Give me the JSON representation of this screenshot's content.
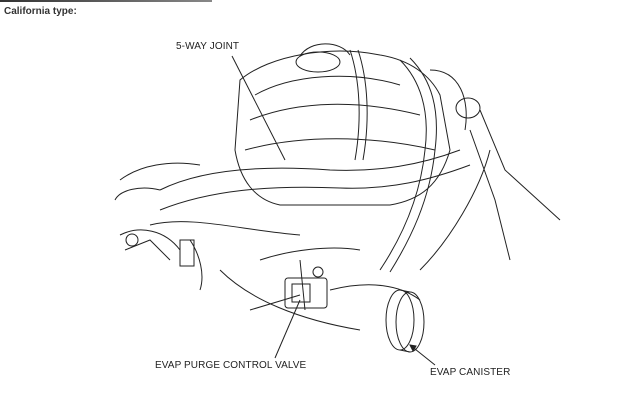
{
  "title": "California type:",
  "callouts": {
    "five_way_joint": "5-WAY JOINT",
    "evap_purge_control_valve": "EVAP PURGE CONTROL VALVE",
    "evap_canister": "EVAP CANISTER"
  }
}
